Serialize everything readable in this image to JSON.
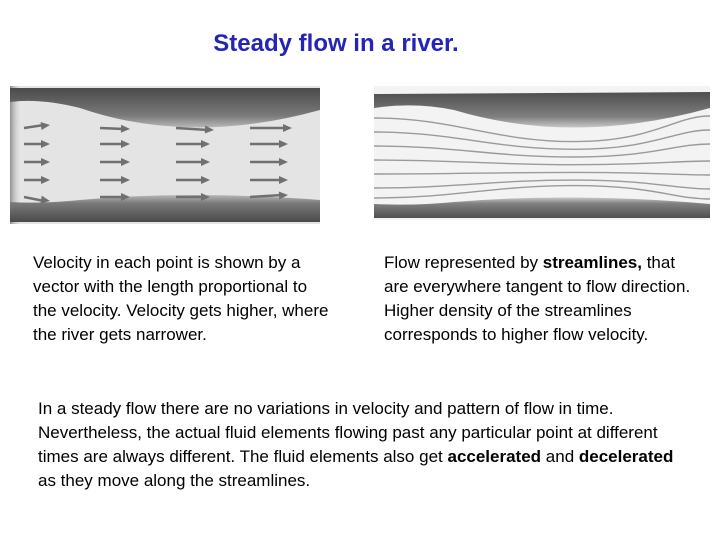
{
  "title": "Steady flow in a river.",
  "colors": {
    "title": "#2424b8",
    "bank": "#5e5e5e",
    "arrow": "#707070",
    "streamline": "#9a9a9a"
  },
  "left_text": "Velocity in each point is shown by a vector with the length proportional to the velocity. Velocity gets higher, where the river gets narrower.",
  "right_text": {
    "before": "Flow represented by ",
    "bold": "streamlines,",
    "after": " that are everywhere tangent to flow direction. Higher density of the streamlines corresponds to higher flow velocity."
  },
  "bottom_text": {
    "part1": "In a steady flow there are no variations in velocity and pattern of flow in time. Nevertheless, the actual fluid elements flowing past any particular point at different times are always different. The fluid elements also get ",
    "bold1": "accelerated",
    "part2": " and ",
    "bold2": "decelerated",
    "part3": " as they move along the streamlines."
  }
}
